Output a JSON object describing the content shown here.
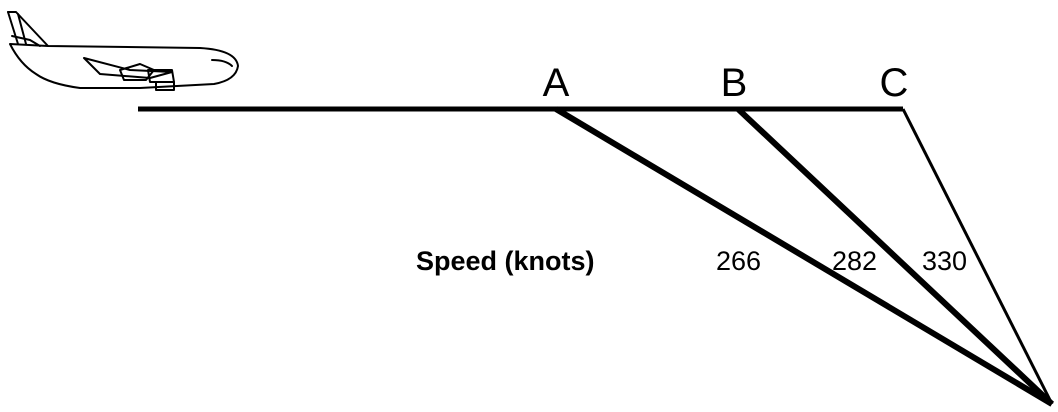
{
  "diagram": {
    "points": [
      {
        "id": "A",
        "label": "A"
      },
      {
        "id": "B",
        "label": "B"
      },
      {
        "id": "C",
        "label": "C"
      }
    ],
    "speed_title": "Speed (knots)",
    "speeds": [
      {
        "point": "A",
        "value": "266"
      },
      {
        "point": "B",
        "value": "282"
      },
      {
        "point": "C",
        "value": "330"
      }
    ],
    "icon": "airplane-icon",
    "line_color": "#000000"
  }
}
